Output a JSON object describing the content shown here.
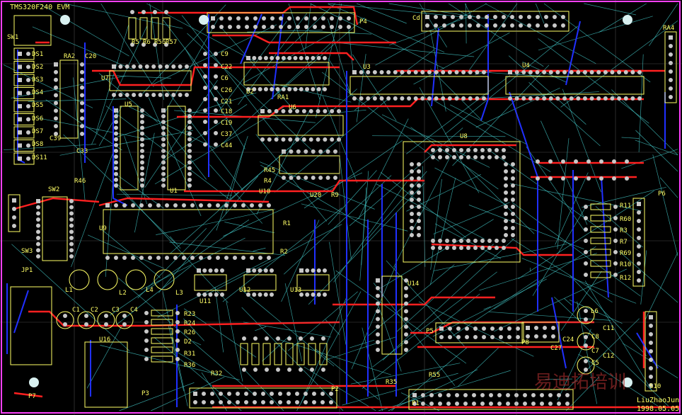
{
  "board": {
    "title": "TMS320F240 EVM",
    "author": "LiuZhaoJun",
    "date": "1998.05.05",
    "watermark": "易迪拓培训"
  },
  "colors": {
    "background": "#000000",
    "top_layer": "#ff2020",
    "bottom_layer": "#2030ff",
    "ratsnest": "#40c0c0",
    "silkscreen": "#ffff66",
    "pad": "#c8c8c8",
    "board_outline": "#ff40ff"
  },
  "components": [
    "SW1",
    "DS1",
    "DS2",
    "DS3",
    "DS4",
    "DS5",
    "DS6",
    "DS7",
    "DS8",
    "DS11",
    "RA2",
    "C20",
    "C39",
    "C33",
    "R46",
    "SW2",
    "SW3",
    "JP1",
    "P7",
    "L1",
    "L2",
    "L4",
    "L3",
    "C1",
    "C2",
    "C3",
    "C4",
    "U16",
    "R23",
    "R24",
    "R26",
    "D2",
    "R31",
    "R36",
    "R32",
    "U7",
    "U5",
    "U1",
    "U9",
    "C9",
    "C22",
    "C6",
    "C26",
    "C21",
    "C18",
    "C19",
    "C37",
    "C44",
    "U2",
    "U3",
    "U4",
    "RA1",
    "U6",
    "R45",
    "R4",
    "U10",
    "U20",
    "R9",
    "R1",
    "R2",
    "P4",
    "Cd",
    "RA4",
    "U8",
    "P6",
    "R11",
    "R60",
    "R3",
    "R7",
    "R69",
    "R10",
    "R12",
    "L6",
    "C8",
    "C7",
    "C5",
    "C24",
    "C27",
    "P5",
    "P8",
    "P1",
    "P2",
    "R35",
    "R55",
    "P3",
    "U14",
    "U12",
    "U13",
    "U11",
    "S10",
    "C11",
    "C12",
    "R5",
    "R6",
    "R56",
    "R57"
  ]
}
